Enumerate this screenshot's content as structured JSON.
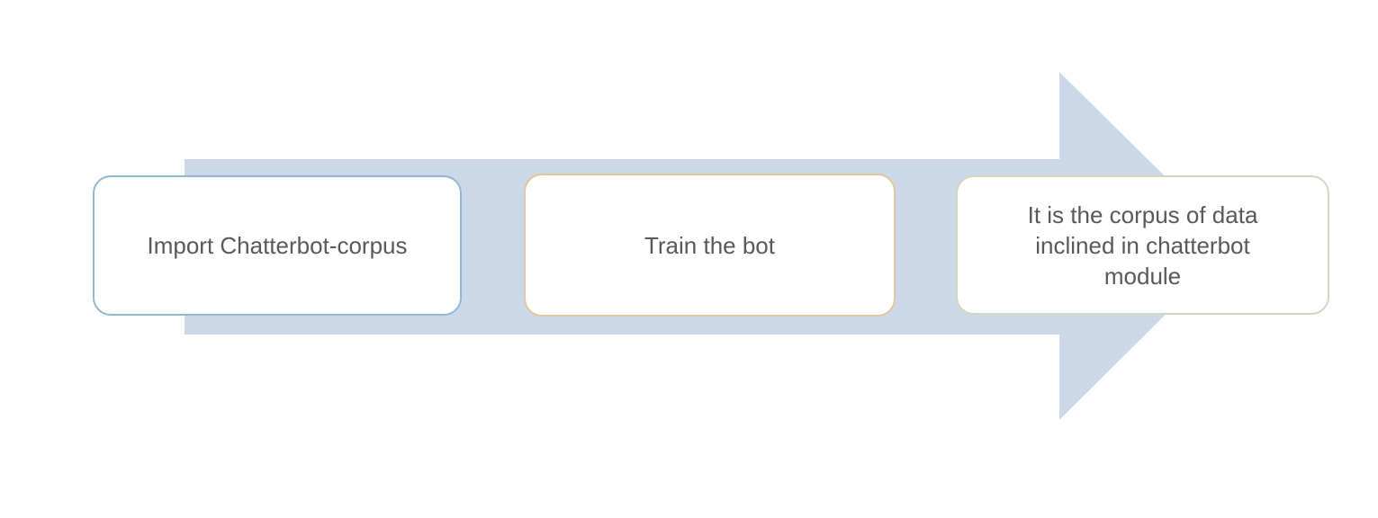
{
  "diagram": {
    "background_color": "#ffffff",
    "text_color": "#595959",
    "arrow": {
      "direction": "right",
      "fill_color": "#ccd7e7"
    },
    "steps": [
      {
        "label": "Import Chatterbot-corpus",
        "border_color": "#90b8d1"
      },
      {
        "label": "Train the bot",
        "border_color": "#e2c79e"
      },
      {
        "label": "It is the corpus of data inclined in chatterbot module",
        "border_color": "#d3d8bd"
      }
    ]
  }
}
